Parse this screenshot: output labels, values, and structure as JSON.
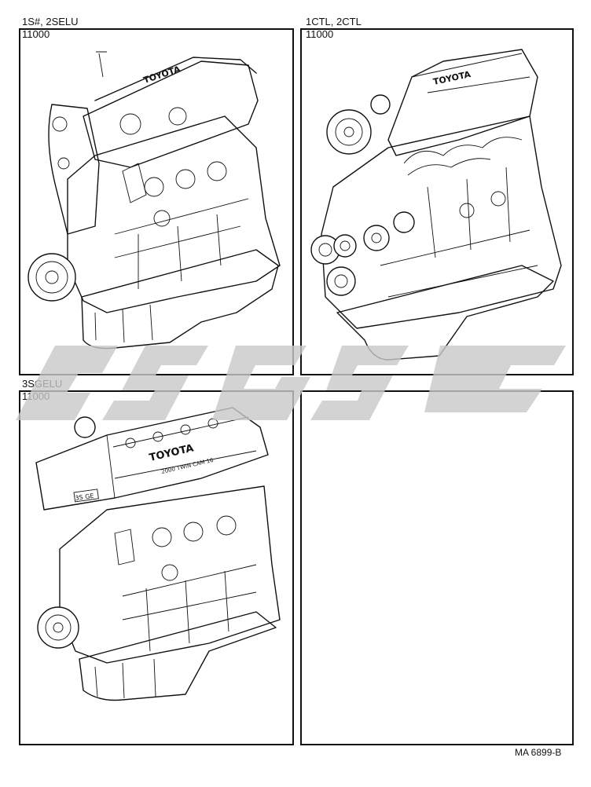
{
  "panels": [
    {
      "model": "1S#, 2SELU",
      "part_no": "11000",
      "brand_lettering": "TOYOTA"
    },
    {
      "model": "1CTL, 2CTL",
      "part_no": "11000",
      "brand_lettering": "TOYOTA"
    },
    {
      "model": "3SGELU",
      "part_no": "11000",
      "brand_lettering": "TOYOTA",
      "cover_text": "2000 TWIN CAM 16",
      "tag_text": "3S GE"
    },
    {
      "model": "",
      "part_no": ""
    }
  ],
  "figure_code": "MA 6899-B",
  "icons": [
    "engine-assembly-illustration",
    "watermark-logo"
  ],
  "colors": {
    "line": "#111111",
    "watermark": "#cfcfcf",
    "background": "#ffffff"
  }
}
